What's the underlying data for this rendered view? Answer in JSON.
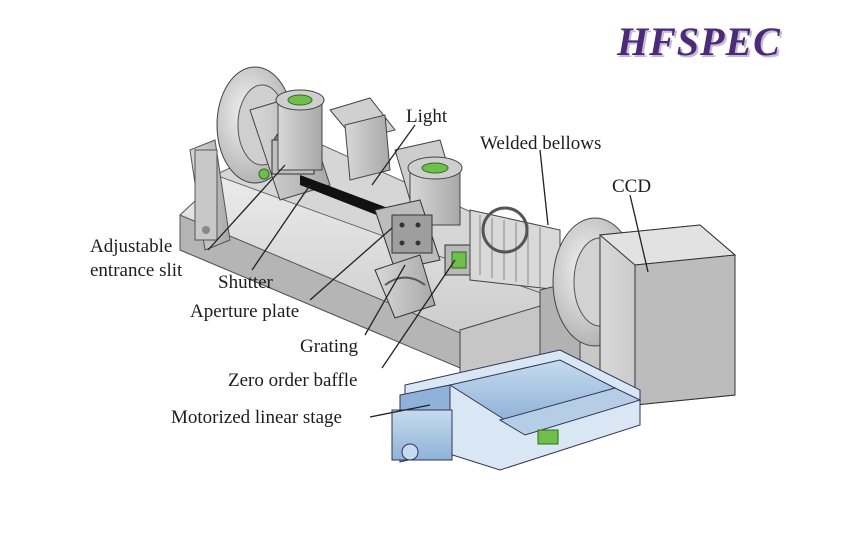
{
  "title": "HFSPEC",
  "labels": {
    "light": "Light",
    "welded_bellows": "Welded bellows",
    "ccd": "CCD",
    "adjustable_line1": "Adjustable",
    "adjustable_line2": "entrance slit",
    "shutter": "Shutter",
    "aperture_plate": "Aperture plate",
    "grating": "Grating",
    "zero_order_baffle": "Zero order baffle",
    "motorized_linear_stage": "Motorized linear stage"
  },
  "colors": {
    "title": "#4b2a78",
    "metal_light": "#e4e4e4",
    "metal_mid": "#c9c9c9",
    "metal_dark": "#9a9a9a",
    "stage_blue": "#a9c7e6",
    "optic_green": "#6fbf4a"
  }
}
